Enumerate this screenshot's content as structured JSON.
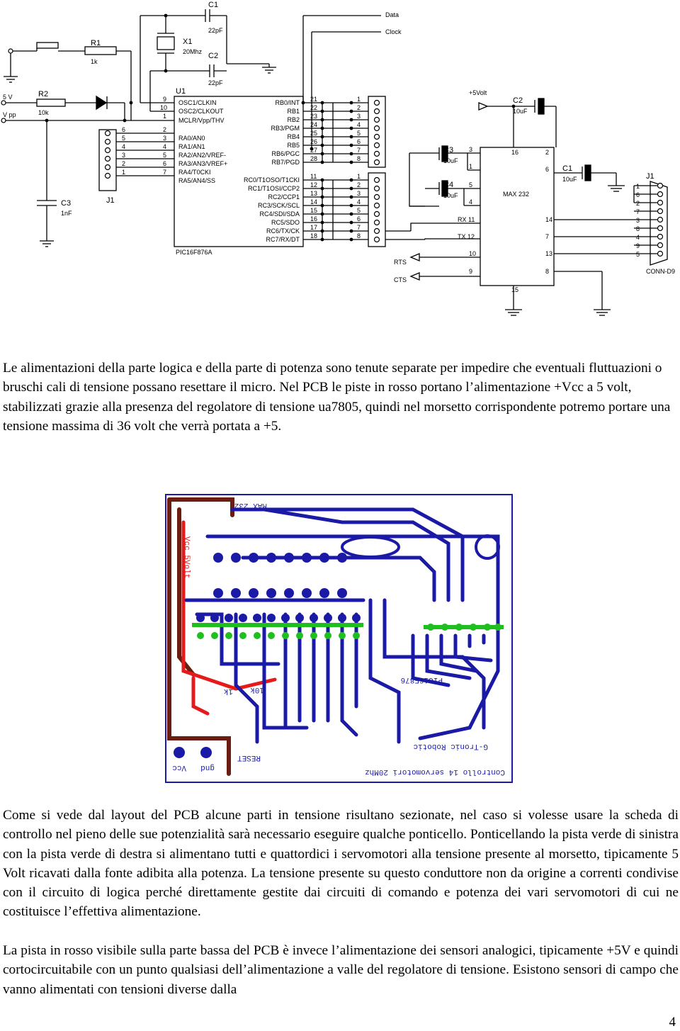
{
  "schematic": {
    "labels": {
      "c1_top": "C1",
      "c1_top_val": "22pF",
      "c2_top": "C2",
      "c2_top_val": "22pF",
      "x1": "X1",
      "x1_val": "20Mhz",
      "r1": "R1",
      "r1_val": "1k",
      "r2": "R2",
      "r2_val": "10k",
      "c3_left": "C3",
      "c3_left_val": "1nF",
      "v5": "5 V",
      "vpp": "V pp",
      "u1": "U1",
      "j1_left": "J1",
      "chip": "PIC16F876A",
      "data": "Data",
      "clock": "Clock",
      "plus5": "+5Volt",
      "c2_right": "C2",
      "c2_right_val": "10uF",
      "c3_right": "C3",
      "c3_right_val": "10uF",
      "c4_right": "C4",
      "c4_right_val": "10uF",
      "c1_right": "C1",
      "c1_right_val": "10uF",
      "max": "MAX 232",
      "j1_right": "J1",
      "conn": "CONN-D9",
      "rts": "RTS",
      "cts": "CTS",
      "rx": "RX 11",
      "tx": "TX 12"
    },
    "left_pins": [
      "OSC1/CLKIN",
      "OSC2/CLKOUT",
      "MCLR/Vpp/THV",
      "RA0/AN0",
      "RA1/AN1",
      "RA2/AN2/VREF-",
      "RA3/AN3/VREF+",
      "RA4/T0CKI",
      "RA5/AN4/SS"
    ],
    "left_nums": [
      "9",
      "10",
      "1",
      "2",
      "3",
      "4",
      "5",
      "6",
      "7"
    ],
    "j1_nums": [
      "6",
      "5",
      "4",
      "3",
      "2",
      "1"
    ],
    "rb_pins": [
      "RB0/INT",
      "RB1",
      "RB2",
      "RB3/PGM",
      "RB4",
      "RB5",
      "RB6/PGC",
      "RB7/PGD"
    ],
    "rb_nums": [
      "21",
      "22",
      "23",
      "24",
      "25",
      "26",
      "27",
      "28"
    ],
    "rc_pins": [
      "RC0/T1OSO/T1CKI",
      "RC1/T1OSI/CCP2",
      "RC2/CCP1",
      "RC3/SCK/SCL",
      "RC4/SDI/SDA",
      "RC5/SDO",
      "RC6/TX/CK",
      "RC7/RX/DT"
    ],
    "rc_nums": [
      "11",
      "12",
      "13",
      "14",
      "15",
      "16",
      "17",
      "18"
    ],
    "hdr_nums": [
      "1",
      "2",
      "3",
      "4",
      "5",
      "6",
      "7",
      "8"
    ],
    "max_left_nums": [
      "3",
      "1",
      "5",
      "4",
      "10",
      "9"
    ],
    "max_right_nums": [
      "2",
      "6",
      "14",
      "7",
      "13",
      "8"
    ],
    "max_top": [
      "16"
    ],
    "max_bottom": [
      "15"
    ],
    "db9_nums": [
      "1",
      "6",
      "2",
      "7",
      "3",
      "8",
      "4",
      "9",
      "5"
    ]
  },
  "paragraph1": "Le alimentazioni della parte logica e della parte di potenza sono tenute separate per impedire che eventuali fluttuazioni o bruschi cali di tensione possano resettare il micro. Nel PCB le piste in rosso portano l’alimentazione +Vcc a 5 volt, stabilizzati grazie alla presenza del regolatore di tensione ua7805, quindi nel morsetto corrispondente potremo portare una tensione massima di 36 volt che verrà portata a +5.",
  "pcb": {
    "max232": "MAX 232",
    "vcc": "Vcc 5Volt",
    "pic": "PIC16F876",
    "r1k": "1k",
    "r10k": "10k",
    "reset": "RESET",
    "brand": "G-Tronic Robotic",
    "control": "Controllo 14 servomotori 20Mhz",
    "vcc_label": "Vcc",
    "gnd_label": "gnd"
  },
  "paragraph2": "Come si vede dal layout del PCB alcune parti in tensione risultano sezionate, nel caso si volesse usare la scheda di controllo  nel pieno delle sue potenzialità sarà necessario eseguire qualche ponticello. Ponticellando la pista verde di sinistra con la pista verde di destra si alimentano tutti e quattordici i servomotori alla tensione presente al morsetto, tipicamente 5 Volt ricavati dalla fonte adibita alla potenza. La tensione presente su questo conduttore non da origine a correnti condivise con il circuito di logica perché direttamente gestite dai circuiti di comando e potenza dei vari servomotori di cui ne costituisce l’effettiva alimentazione.",
  "paragraph3": "La pista in rosso visibile sulla parte bassa del PCB è invece l’alimentazione dei sensori analogici, tipicamente +5V e quindi cortocircuitabile con un punto qualsiasi dell’alimentazione a valle del regolatore di tensione. Esistono sensori di campo che vanno alimentati con tensioni diverse dalla",
  "page_number": "4",
  "colors": {
    "pcb_blue": "#1a1aa6",
    "pcb_red": "#e51b1b",
    "pcb_green": "#1fbf1f",
    "pcb_brown": "#6b1d12"
  }
}
